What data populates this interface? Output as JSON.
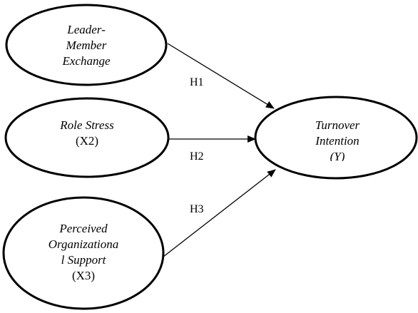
{
  "nodes": {
    "lmx": {
      "line1": "Leader-",
      "line2": "Member",
      "line3": "Exchange"
    },
    "role_stress": {
      "line1": "Role Stress",
      "code": "(X2)"
    },
    "pos": {
      "line1": "Perceived",
      "line2": "Organizationa",
      "line3": "l Support",
      "code": "(X3)"
    },
    "turnover": {
      "line1": "Turnover",
      "line2": "Intention",
      "code": "(Y)"
    }
  },
  "hypotheses": {
    "h1": "H1",
    "h2": "H2",
    "h3": "H3"
  }
}
